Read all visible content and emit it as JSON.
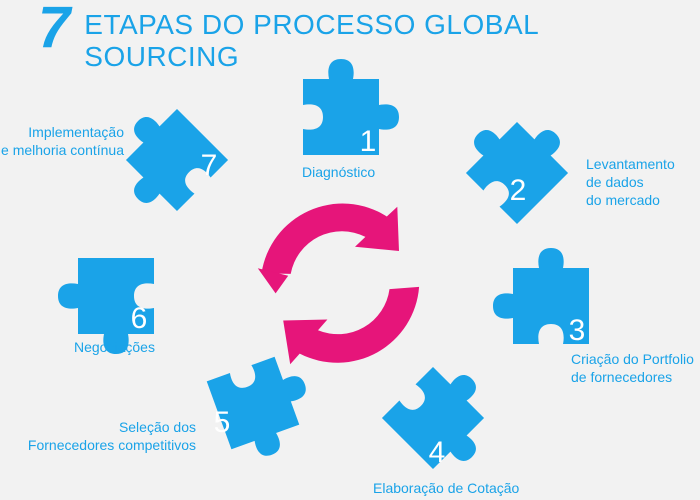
{
  "title": {
    "number": "7",
    "text": "ETAPAS DO PROCESSO GLOBAL SOURCING"
  },
  "colors": {
    "accent": "#1aa3e8",
    "puzzle": "#1aa3e8",
    "cycle": "#e6157a",
    "background": "#f2f2f2"
  },
  "steps": [
    {
      "number": "1",
      "label_lines": [
        "Diagnóstico"
      ]
    },
    {
      "number": "2",
      "label_lines": [
        "Levantamento",
        "de dados",
        "do mercado"
      ]
    },
    {
      "number": "3",
      "label_lines": [
        "Criação do Portfolio",
        "de fornecedores"
      ]
    },
    {
      "number": "4",
      "label_lines": [
        "Elaboração de Cotação"
      ]
    },
    {
      "number": "5",
      "label_lines": [
        "Seleção dos",
        "Fornecedores competitivos"
      ]
    },
    {
      "number": "6",
      "label_lines": [
        "Negociações"
      ]
    },
    {
      "number": "7",
      "label_lines": [
        "Implementação",
        "e melhoria contínua"
      ]
    }
  ],
  "center_icon": "cycle-arrows-icon"
}
